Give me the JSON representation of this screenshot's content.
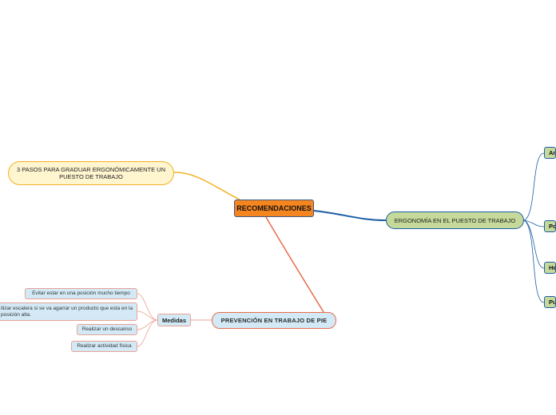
{
  "central": {
    "label": "RECOMENDACIONES"
  },
  "left_top": {
    "label": "3 PASOS PARA GRADUAR ERGONÓMICAMENTE UN PUESTO DE TRABAJO"
  },
  "right_main": {
    "label": "ERGONOMÍA EN EL PUESTO DE TRABAJO"
  },
  "right_children": [
    {
      "label": "An"
    },
    {
      "label": "Po"
    },
    {
      "label": "He"
    },
    {
      "label": "Pu"
    }
  ],
  "bottom": {
    "label": "PREVENCIÓN EN TRABAJO DE PIE"
  },
  "medidas": {
    "label": "Medidas",
    "items": [
      {
        "label": "Evitar estar en una posición mucho tiempo"
      },
      {
        "label": "ilizar escalera si se va agarrar un producto que esta en la posición alta."
      },
      {
        "label": "Realizar un descanso"
      },
      {
        "label": "Realizar actividad física"
      }
    ]
  },
  "colors": {
    "central_fill": "#f5851f",
    "yellow_branch": "#f2b224",
    "blue_branch": "#1c5ea5",
    "red_branch": "#e86b4c",
    "green_fill": "#c5d99a",
    "light_blue_fill": "#d3eaf6"
  }
}
